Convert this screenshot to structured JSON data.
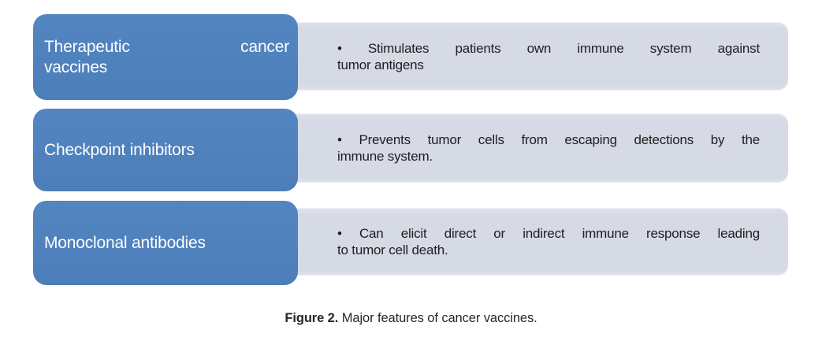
{
  "figure": {
    "rows": [
      {
        "title": "Therapeutic cancer vaccines",
        "title_lines": [
          "Therapeutic cancer",
          "vaccines"
        ],
        "description": "Stimulates patients own immune system against tumor antigens",
        "desc_lines": [
          "• Stimulates patients own immune system against",
          "tumor antigens"
        ]
      },
      {
        "title": "Checkpoint inhibitors",
        "title_lines": [
          "Checkpoint inhibitors"
        ],
        "description": "Prevents tumor cells from escaping detections by the immune system.",
        "desc_lines": [
          "• Prevents tumor cells from escaping detections by the",
          "immune system."
        ]
      },
      {
        "title": "Monoclonal antibodies",
        "title_lines": [
          "Monoclonal antibodies"
        ],
        "description": "Can elicit direct or indirect immune response leading to tumor cell death.",
        "desc_lines": [
          "• Can elicit direct or indirect immune response leading",
          "to tumor cell death."
        ]
      }
    ],
    "caption": {
      "label": "Figure 2.",
      "text": " Major features of cancer vaccines."
    },
    "colors": {
      "box_blue": "#4F81BD",
      "box_gray": "#D8DCE6",
      "title_text": "#FFFFFF",
      "body_text": "#202020",
      "caption_text": "#272727"
    }
  }
}
